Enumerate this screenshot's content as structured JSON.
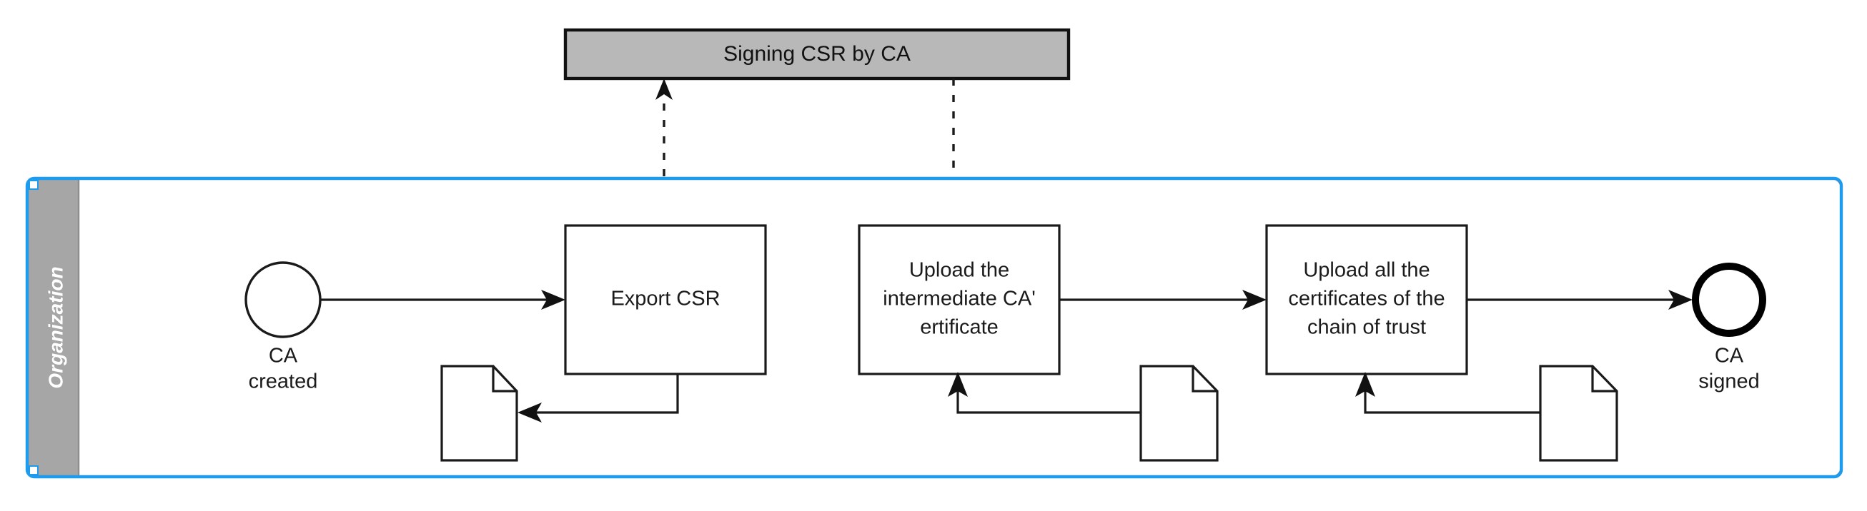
{
  "diagram": {
    "type": "bpmn-process-diagram",
    "notation": "BPMN 2.0",
    "background_color": "#ffffff"
  },
  "collapsed_pool": {
    "label": "Signing CSR by CA",
    "fill_color": "#b8b8b8",
    "border_color": "#111111"
  },
  "pool": {
    "lane_label": "Organization",
    "lane_header_color": "#a6a6a6",
    "selection_color": "#1e9bec",
    "body_color": "#ffffff"
  },
  "events": [
    {
      "id": "start-event",
      "kind": "start-event",
      "label_line1": "CA",
      "label_line2": "created"
    },
    {
      "id": "end-event",
      "kind": "end-event",
      "label_line1": "CA",
      "label_line2": "signed"
    }
  ],
  "tasks": [
    {
      "id": "task-export-csr",
      "lines": [
        "Export CSR"
      ]
    },
    {
      "id": "task-upload-intermediate",
      "lines": [
        "Upload the",
        "intermediate CA'",
        "ertificate"
      ]
    },
    {
      "id": "task-upload-chain",
      "lines": [
        "Upload all the",
        "certificates of the",
        "chain of trust"
      ]
    }
  ],
  "data_objects": [
    {
      "id": "data-object-1",
      "label": ""
    },
    {
      "id": "data-object-2",
      "label": ""
    },
    {
      "id": "data-object-3",
      "label": ""
    }
  ],
  "connections": {
    "sequence_flows": [
      "start-event -> task-export-csr",
      "task-upload-intermediate -> task-upload-chain",
      "task-upload-chain -> end-event"
    ],
    "message_flows": [
      "task-export-csr -> collapsed-pool",
      "collapsed-pool -> task-upload-intermediate"
    ],
    "data_associations": [
      "task-export-csr -> data-object-1",
      "data-object-2 -> task-upload-intermediate",
      "data-object-3 -> task-upload-chain"
    ]
  }
}
